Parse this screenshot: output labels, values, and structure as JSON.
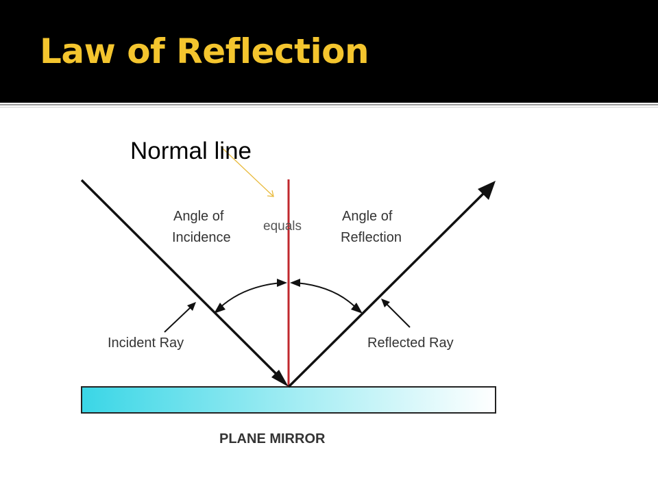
{
  "slide": {
    "title": "Law of Reflection",
    "title_color": "#f4c52e",
    "title_bar_color": "#000000"
  },
  "callout": {
    "label": "Normal line",
    "arrow_color": "#f4c52e"
  },
  "diagram": {
    "angle_incidence_line1": "Angle of",
    "angle_incidence_line2": "Incidence",
    "equals": "equals",
    "angle_reflection_line1": "Angle of",
    "angle_reflection_line2": "Reflection",
    "incident_ray": "Incident Ray",
    "reflected_ray": "Reflected Ray",
    "mirror": "PLANE MIRROR",
    "normal_color": "#c0282e",
    "mirror_color_start": "#3ad6e6",
    "mirror_color_end": "#ffffff"
  }
}
